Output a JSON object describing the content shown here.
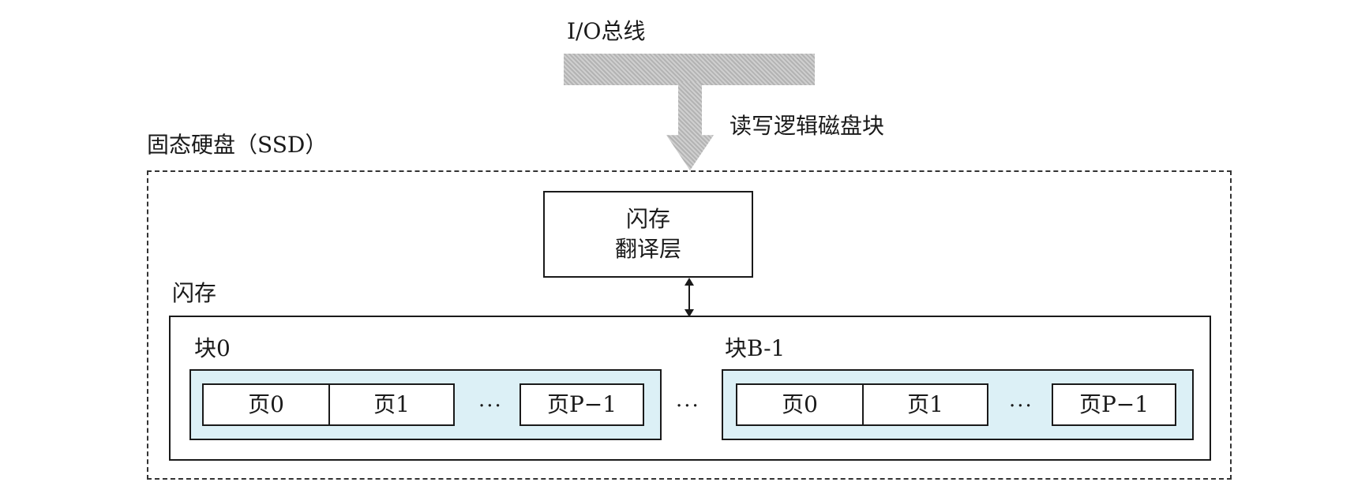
{
  "bus_label": "I/O总线",
  "flow_label": "读写逻辑磁盘块",
  "ssd_label": "固态硬盘（SSD）",
  "ftl": {
    "line1": "闪存",
    "line2": "翻译层"
  },
  "flash_label": "闪存",
  "between_blocks": "···",
  "blocks": [
    {
      "label": "块0",
      "pages": [
        "页0",
        "页1"
      ],
      "ellipsis": "···",
      "last_page": "页P−1"
    },
    {
      "label": "块B-1",
      "pages": [
        "页0",
        "页1"
      ],
      "ellipsis": "···",
      "last_page": "页P−1"
    }
  ],
  "colors": {
    "block_fill": "#dcf0f6",
    "bus_fill": "#bdbdbd",
    "line": "#1a1a1a"
  }
}
